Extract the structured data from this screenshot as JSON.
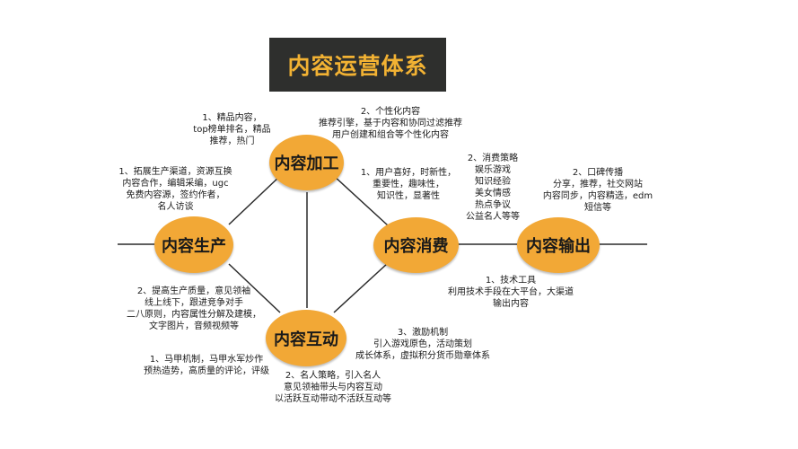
{
  "title": "内容运营体系",
  "nodes": {
    "processing": "内容加工",
    "production": "内容生产",
    "consumption": "内容消费",
    "output": "内容输出",
    "interaction": "内容互动"
  },
  "notes": {
    "processing_left": "1、精品内容，\ntop榜单排名，精品\n推荐，热门",
    "processing_top": "2、个性化内容\n推荐引擎，基于内容和协同过滤推荐\n用户创建和组合等个性化内容",
    "production_top": "1、拓展生产渠道，资源互换\n内容合作，编辑采编，ugc\n免费内容源，签约作者，\n名人访谈",
    "production_bottom": "2、提高生产质量，意见领袖\n线上线下，跟进竞争对手\n二八原则，内容属性分解及建模，\n文字图片，音频视频等",
    "consumption_top": "1、用户喜好，时新性，\n重要性，趣味性，\n知识性，显著性",
    "strategy": "2、消费策略\n娱乐游戏\n知识经验\n美女情感\n热点争议\n公益名人等等",
    "output_top": "2、口碑传播\n分享，推荐，社交网站\n内容同步，内容精选，edm\n短信等",
    "tech": "1、技术工具\n利用技术手段在大平台，大渠道\n输出内容",
    "interaction_left": "1、马甲机制，马甲水军炒作\n预热造势，高质量的评论，评级",
    "incentive": "3、激励机制\n引入游戏原色，活动策划\n成长体系，虚拟积分货币勋章体系",
    "celebrity": "2、名人策略，引入名人\n意见领袖带头与内容互动\n以活跃互动带动不活跃互动等"
  },
  "colors": {
    "node_fill": "#f2a836",
    "title_bg": "#2e2f2d",
    "title_text": "#f2b233",
    "line": "#2a2a2a"
  }
}
